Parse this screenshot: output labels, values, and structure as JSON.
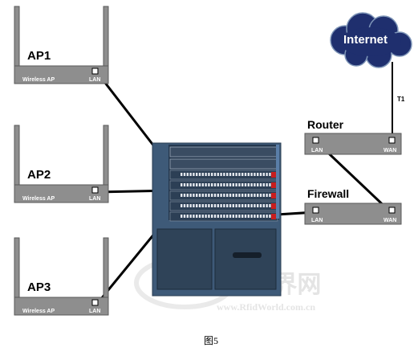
{
  "caption": "图5",
  "watermark": {
    "name": "FiD世界网",
    "url": "www.RfidWorld.com.cn"
  },
  "access_points": [
    {
      "title": "AP1",
      "device_label": "Wireless AP",
      "port_label": "LAN"
    },
    {
      "title": "AP2",
      "device_label": "Wireless AP",
      "port_label": "LAN"
    },
    {
      "title": "AP3",
      "device_label": "Wireless AP",
      "port_label": "LAN"
    }
  ],
  "router": {
    "title": "Router",
    "lan_label": "LAN",
    "wan_label": "WAN"
  },
  "firewall": {
    "title": "Firewall",
    "lan_label": "LAN",
    "wan_label": "WAN"
  },
  "internet": {
    "label": "Internet"
  },
  "link_labels": {
    "router_internet": "T1"
  },
  "colors": {
    "device_body": "#8e8e8e",
    "device_border": "#5a5a5a",
    "chassis": "#3e5a78",
    "cloud": "#1f2f6e",
    "cable": "#000000",
    "port_red": "#c81e1e"
  }
}
